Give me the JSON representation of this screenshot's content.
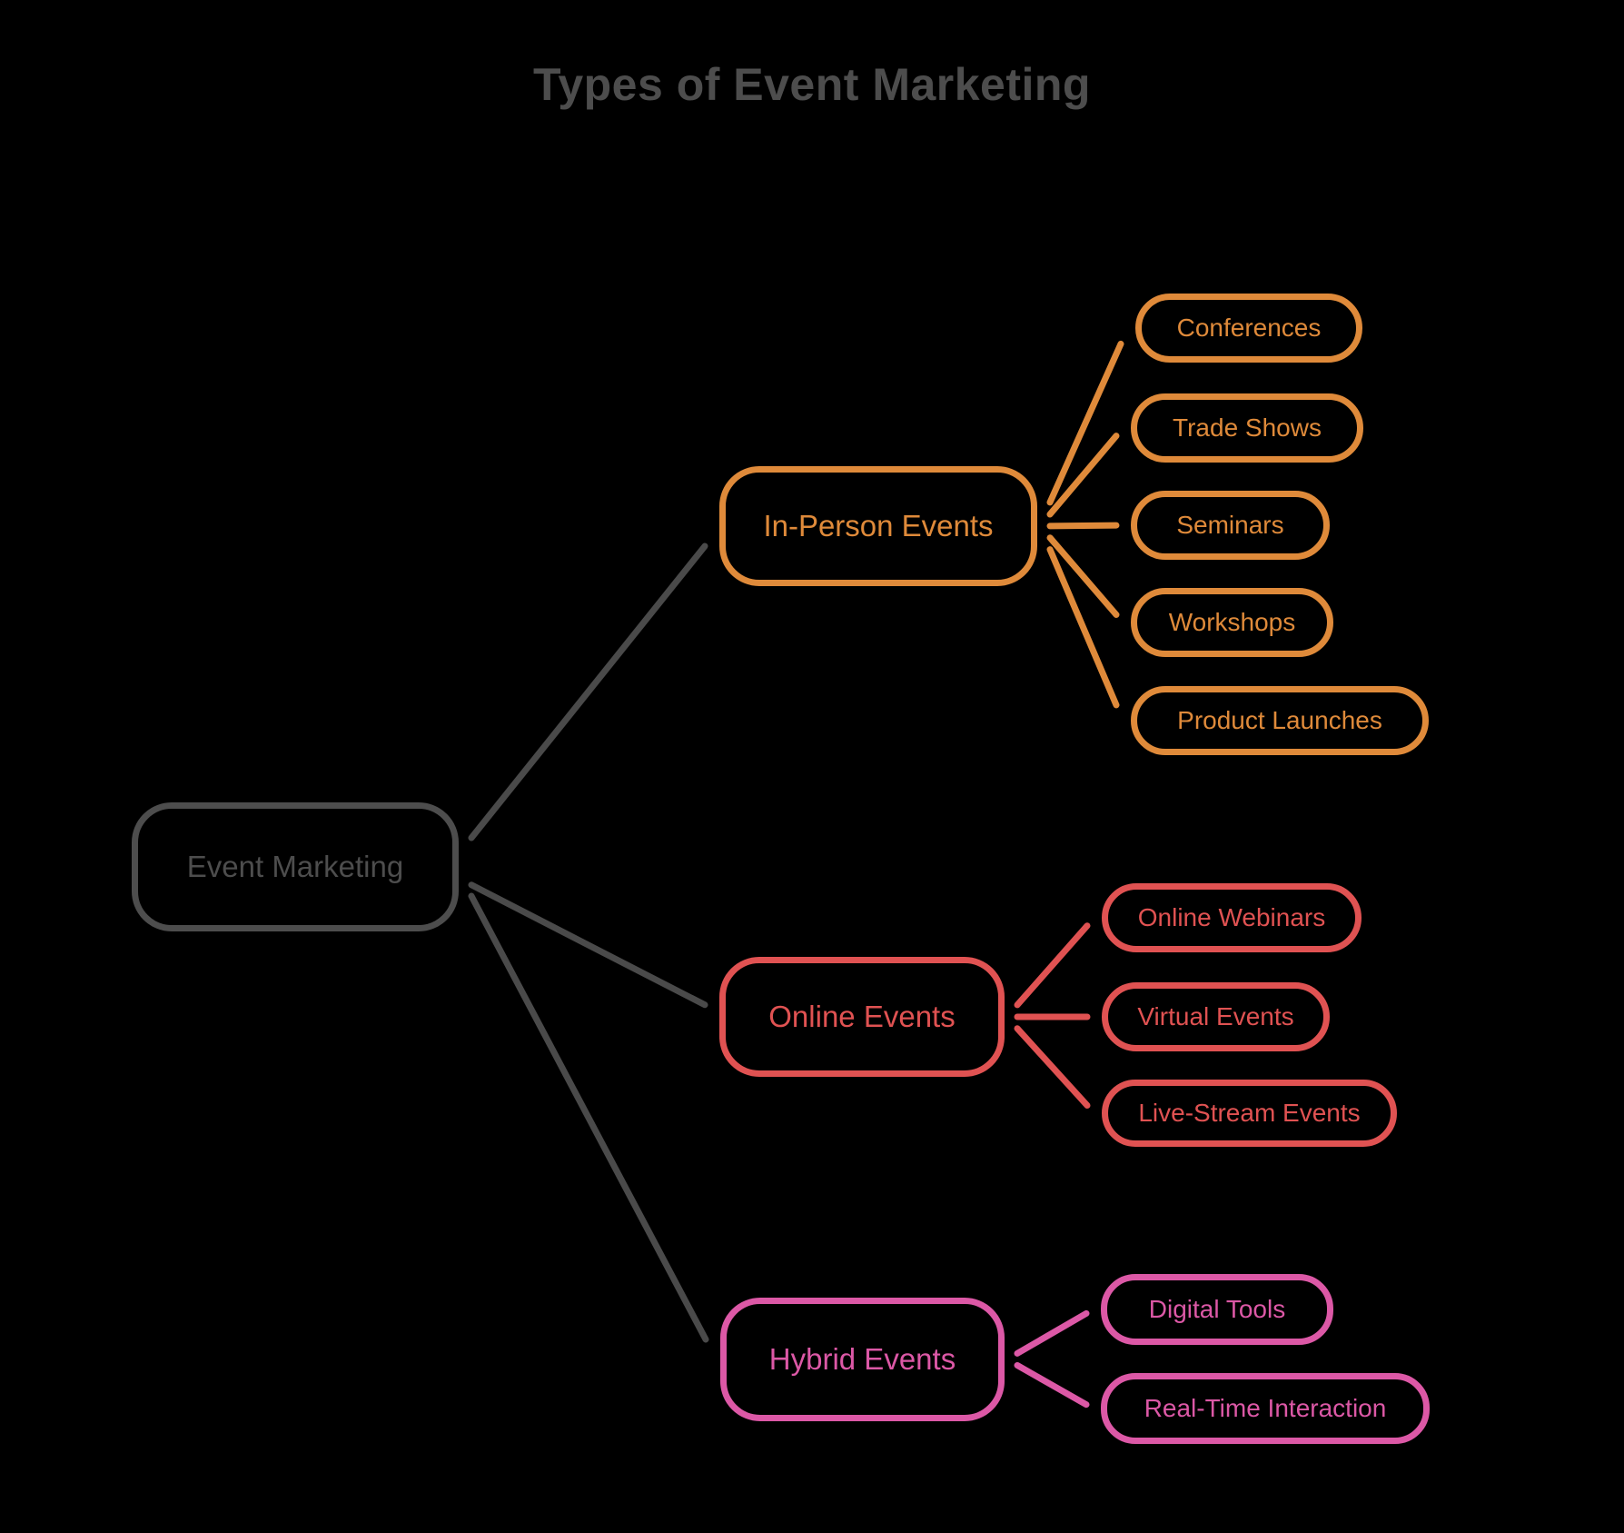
{
  "title": {
    "text": "Types of Event Marketing",
    "color": "#4D4D4D"
  },
  "root": {
    "label": "Event Marketing",
    "color": "#4D4D4D",
    "line_color": "#4A4A4A"
  },
  "branches": [
    {
      "label": "In-Person Events",
      "color": "#DF8A3A",
      "children": [
        "Conferences",
        "Trade Shows",
        "Seminars",
        "Workshops",
        "Product Launches"
      ]
    },
    {
      "label": "Online Events",
      "color": "#E05252",
      "children": [
        "Online Webinars",
        "Virtual Events",
        "Live-Stream Events"
      ]
    },
    {
      "label": "Hybrid Events",
      "color": "#DC58A6",
      "children": [
        "Digital Tools",
        "Real-Time Interaction"
      ]
    }
  ],
  "background_color": "#000000"
}
